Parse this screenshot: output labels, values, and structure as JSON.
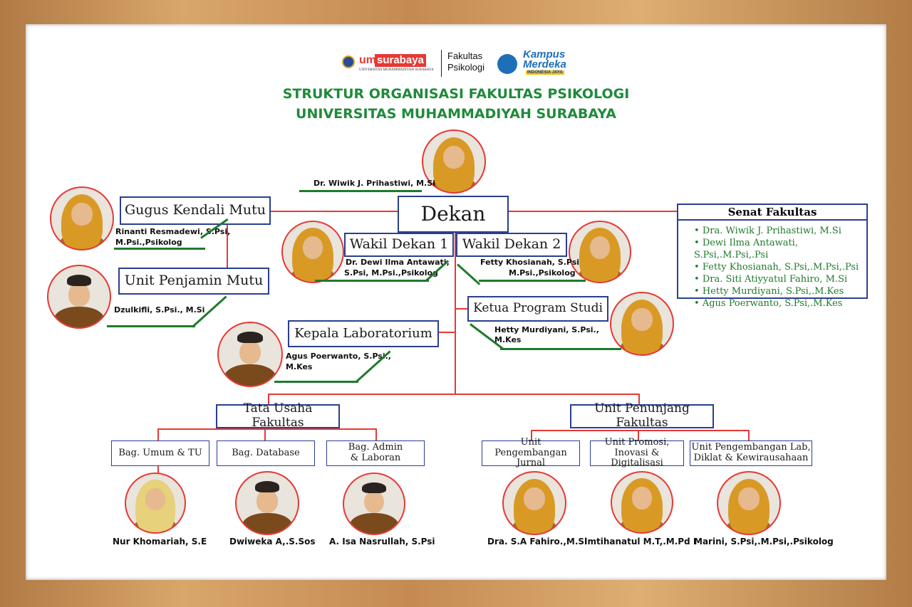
{
  "header": {
    "logo_um": "um",
    "logo_surabaya": "surabaya",
    "logo_univ": "UNIVERSITAS MUHAMMADIYAH SURABAYA",
    "faculty_line1": "Fakultas",
    "faculty_line2": "Psikologi",
    "km_line1": "Kampus",
    "km_line2": "Merdeka",
    "km_line3": "INDONESIA JAYA"
  },
  "title": {
    "line1": "STRUKTUR ORGANISASI FAKULTAS PSIKOLOGI",
    "line2": "UNIVERSITAS MUHAMMADIYAH SURABAYA"
  },
  "nodes": {
    "dekan": {
      "label": "Dekan",
      "name": "Dr. Wiwik J. Prihastiwi, M.Si"
    },
    "gugus": {
      "label": "Gugus Kendali Mutu",
      "name1": "Rinanti Resmadewi, S.Psi,",
      "name2": "M.Psi.,Psikolog"
    },
    "upm": {
      "label": "Unit Penjamin Mutu",
      "name": "Dzulkifli, S.Psi., M.Si"
    },
    "wd1": {
      "label": "Wakil Dekan 1",
      "name1": "Dr. Dewi Ilma Antawati,",
      "name2": "S.Psi, M.Psi.,Psikolog"
    },
    "wd2": {
      "label": "Wakil Dekan 2",
      "name1": "Fetty Khosianah, S.Psi",
      "name2": "M.Psi.,Psikolog"
    },
    "kaprodi": {
      "label": "Ketua Program Studi",
      "name1": "Hetty Murdiyani, S.Psi.,",
      "name2": "M.Kes"
    },
    "kalab": {
      "label": "Kepala Laboratorium",
      "name1": "Agus Poerwanto, S.Psi.,",
      "name2": "M.Kes"
    },
    "tu": {
      "label": "Tata Usaha Fakultas"
    },
    "upf": {
      "label": "Unit Penunjang Fakultas"
    },
    "umum": {
      "label": "Bag. Umum & TU",
      "name": "Nur Khomariah, S.E"
    },
    "database": {
      "label": "Bag. Database",
      "name": "Dwiweka A,.S.Sos"
    },
    "admin": {
      "label1": "Bag. Admin",
      "label2": "& Laboran",
      "name": "A. Isa Nasrullah, S.Psi"
    },
    "jurnal": {
      "label1": "Unit",
      "label2": "Pengembangan Jurnal",
      "name": "Dra. S.A Fahiro.,M.Si"
    },
    "promosi": {
      "label1": "Unit Promosi,",
      "label2": "Inovasi & Digitalisasi",
      "name": "Imtihanatul M.T,.M.Pd I"
    },
    "lab": {
      "label1": "Unit Pengembangan Lab,",
      "label2": "Diklat & Kewirausahaan",
      "name": "Marini, S.Psi,.M.Psi,.Psikolog"
    }
  },
  "senat": {
    "title": "Senat Fakultas",
    "members": [
      "Dra. Wiwik J. Prihastiwi, M.Si",
      "Dewi Ilma Antawati, S.Psi,.M.Psi,.Psi",
      "Fetty Khosianah, S.Psi,.M.Psi,.Psi",
      "Dra. Siti Atiyyatul Fahiro, M.Si",
      "Hetty Murdiyani, S.Psi,.M.Kes",
      "Agus Poerwanto, S.Psi,.M.Kes"
    ]
  },
  "colors": {
    "title_green": "#1f8a3a",
    "box_border": "#2a3f8f",
    "connector_red": "#e53935",
    "underline_green": "#1f7a2c",
    "frame_wood": "#c48a52"
  }
}
